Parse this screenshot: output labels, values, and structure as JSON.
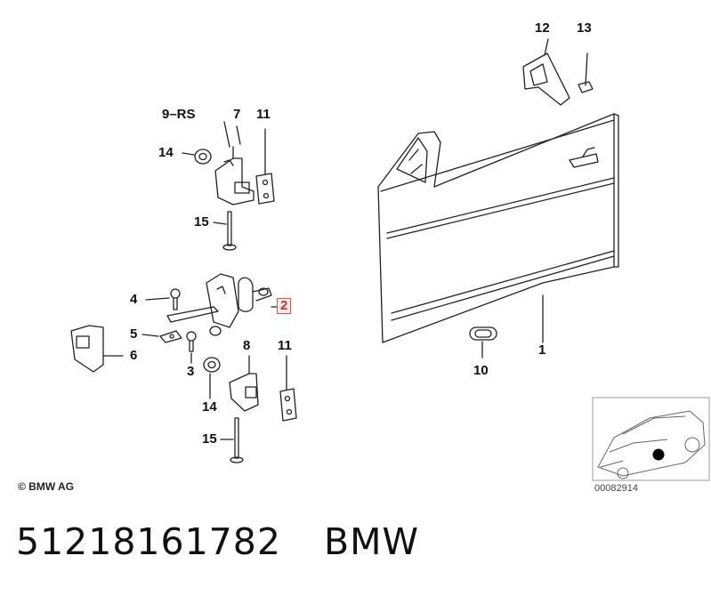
{
  "callouts": {
    "c1": "1",
    "c2": "2",
    "c3": "3",
    "c4": "4",
    "c5": "5",
    "c6": "6",
    "c7": "7",
    "c8": "8",
    "c9": "9",
    "c9rs": "–RS",
    "c10": "10",
    "c11a": "11",
    "c11b": "11",
    "c12": "12",
    "c13": "13",
    "c14a": "14",
    "c14b": "14",
    "c15a": "15",
    "c15b": "15"
  },
  "highlighted_callout": "2",
  "copyright": "© BMW AG",
  "inset_code": "00082914",
  "part_number": "51218161782",
  "brand": "BMW",
  "colors": {
    "highlight_border": "#d9534f",
    "highlight_fill": "#fbe9e9",
    "line": "#222222"
  }
}
